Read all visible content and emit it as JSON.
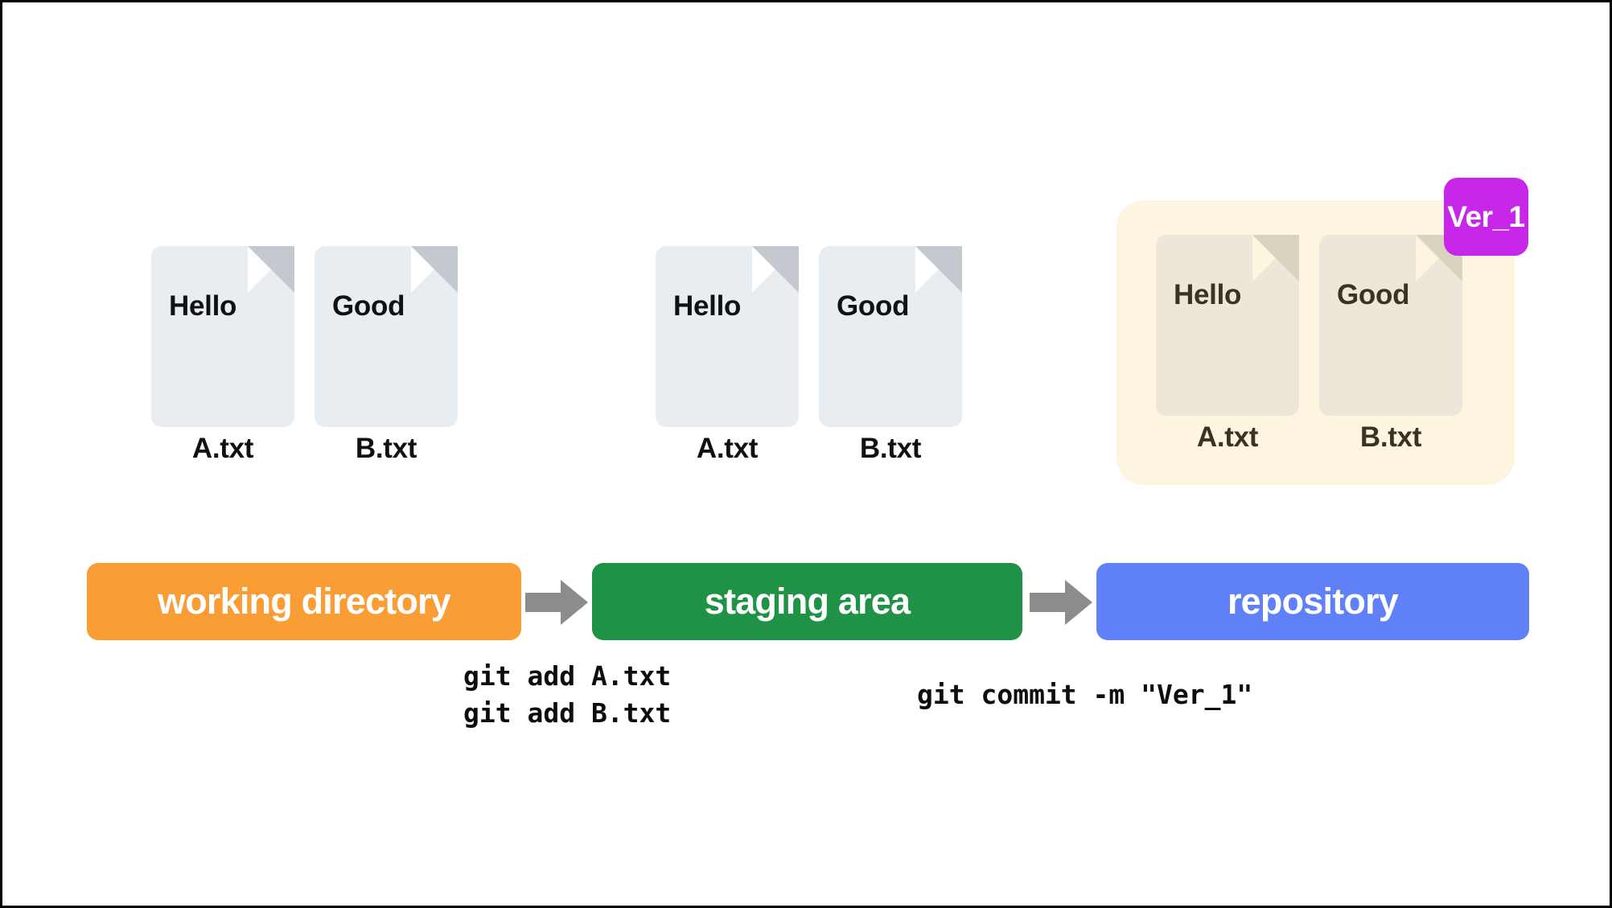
{
  "diagram": {
    "title": "git working directory / staging area / repository flow",
    "colors": {
      "working_directory": "#f99d34",
      "staging_area": "#1f9246",
      "repository": "#5f80f7",
      "repository_panel": "#fdf5e0",
      "version_badge": "#c627e8",
      "arrow": "#8c8c8c",
      "file_body": "#e8edf1",
      "file_fold": "#c3c9ce",
      "file_body_repo": "#ece7d8",
      "file_fold_repo": "#d9d2bc",
      "text_dark": "#111111",
      "text_dark_repo": "#3a3222",
      "canvas": "#ffffff",
      "border": "#000000"
    }
  },
  "file_groups": [
    {
      "id": "working-directory-files",
      "variant": "plain",
      "files": [
        {
          "content": "Hello",
          "name": "A.txt"
        },
        {
          "content": "Good",
          "name": "B.txt"
        }
      ]
    },
    {
      "id": "staging-area-files",
      "variant": "plain",
      "files": [
        {
          "content": "Hello",
          "name": "A.txt"
        },
        {
          "content": "Good",
          "name": "B.txt"
        }
      ]
    },
    {
      "id": "repository-files",
      "variant": "repo",
      "files": [
        {
          "content": "Hello",
          "name": "A.txt"
        },
        {
          "content": "Good",
          "name": "B.txt"
        }
      ]
    }
  ],
  "version_badge": {
    "label": "Ver_1"
  },
  "stages": [
    {
      "id": "working-directory",
      "label": "working directory"
    },
    {
      "id": "staging-area",
      "label": "staging area"
    },
    {
      "id": "repository",
      "label": "repository"
    }
  ],
  "arrows": [
    {
      "id": "arrow-working-to-staging",
      "icon": "right-block-arrow-icon"
    },
    {
      "id": "arrow-staging-to-repository",
      "icon": "right-block-arrow-icon"
    }
  ],
  "commands": {
    "add": "git add A.txt\ngit add B.txt",
    "commit": "git commit -m \"Ver_1\""
  }
}
